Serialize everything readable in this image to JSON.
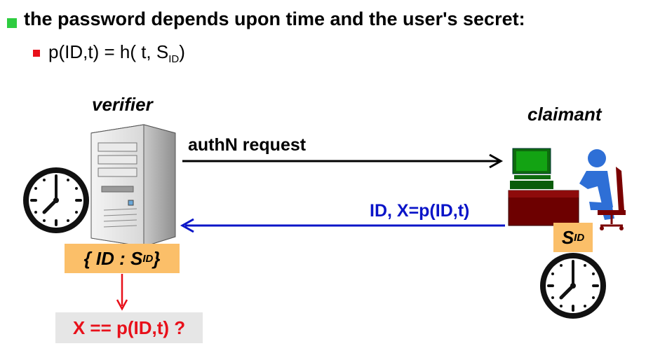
{
  "bullets": {
    "main": "the password depends upon time and the user's secret:",
    "formula_prefix": "p(ID,t) = h( t, S",
    "formula_sub": "ID",
    "formula_suffix": ")"
  },
  "verifier": {
    "label": "verifier",
    "key_prefix": "{ ID : S",
    "key_sub": "ID",
    "key_suffix": " }",
    "check": "X == p(ID,t) ?"
  },
  "claimant": {
    "label": "claimant",
    "secret_prefix": "S",
    "secret_sub": "ID"
  },
  "messages": {
    "request": "authN request",
    "response": "ID, X=p(ID,t)"
  },
  "colors": {
    "request_arrow": "#000000",
    "response_arrow": "#0a14c8",
    "check_arrow": "#e8101a",
    "key_box": "#fbbf69",
    "check_box": "#e6e6e6"
  },
  "icons": [
    "server-icon",
    "clock-icon",
    "computer-desk-icon",
    "user-icon",
    "office-chair-icon"
  ]
}
